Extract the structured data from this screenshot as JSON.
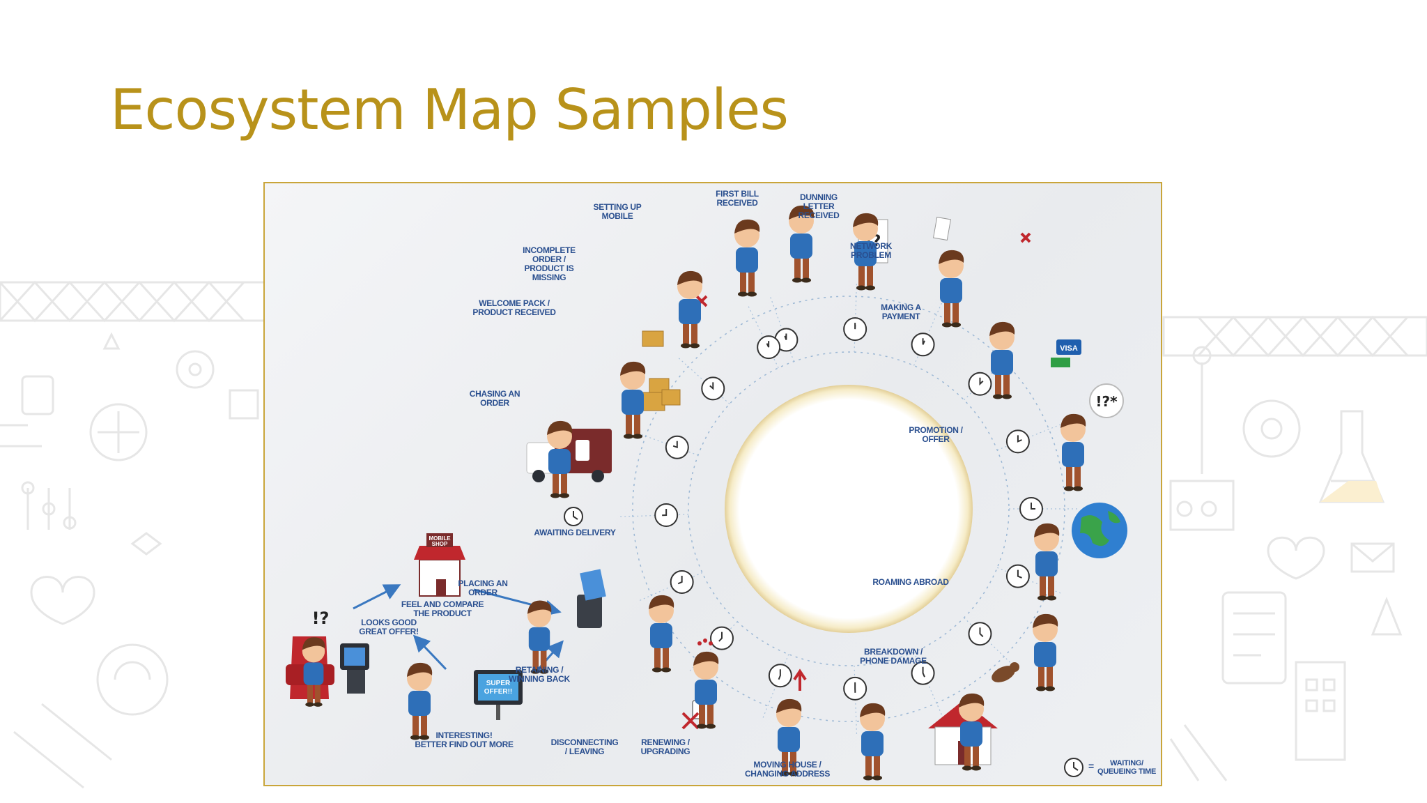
{
  "slide": {
    "title": "Ecosystem Map Samples"
  },
  "diagram": {
    "stages": [
      {
        "id": "looks_good",
        "label": "LOOKS GOOD\nGREAT OFFER!"
      },
      {
        "id": "feel_compare",
        "label": "FEEL AND COMPARE\nTHE PRODUCT"
      },
      {
        "id": "interesting",
        "label": "INTERESTING!\nBETTER FIND OUT MORE"
      },
      {
        "id": "placing_order",
        "label": "PLACING AN\nORDER"
      },
      {
        "id": "awaiting_delivery",
        "label": "AWAITING DELIVERY"
      },
      {
        "id": "chasing_order",
        "label": "CHASING AN\nORDER"
      },
      {
        "id": "welcome_pack",
        "label": "WELCOME PACK /\nPRODUCT RECEIVED"
      },
      {
        "id": "incomplete_order",
        "label": "INCOMPLETE ORDER /\nPRODUCT IS MISSING"
      },
      {
        "id": "setting_up",
        "label": "SETTING UP\nMOBILE"
      },
      {
        "id": "first_bill",
        "label": "FIRST BILL\nRECEIVED"
      },
      {
        "id": "dunning_letter",
        "label": "DUNNING\nLETTER\nRECEIVED"
      },
      {
        "id": "network_problem",
        "label": "NETWORK\nPROBLEM"
      },
      {
        "id": "making_payment",
        "label": "MAKING A\nPAYMENT"
      },
      {
        "id": "promotion",
        "label": "PROMOTION /\nOFFER"
      },
      {
        "id": "roaming",
        "label": "ROAMING ABROAD"
      },
      {
        "id": "breakdown",
        "label": "BREAKDOWN /\nPHONE DAMAGE"
      },
      {
        "id": "moving_house",
        "label": "MOVING HOUSE /\nCHANGING ADDRESS"
      },
      {
        "id": "renewing",
        "label": "RENEWING /\nUPGRADING"
      },
      {
        "id": "disconnecting",
        "label": "DISCONNECTING\n/ LEAVING"
      },
      {
        "id": "retaining",
        "label": "RETAINING /\nWINNING BACK"
      }
    ],
    "legend": {
      "label": "WAITING/\nQUEUEING TIME",
      "separator": "="
    },
    "signs": {
      "mobile_shop": "MOBILE\nSHOP",
      "super_offer": "SUPER\nOFFER!!",
      "visa": "VISA",
      "excl_q": "!?",
      "excl_q_star": "!?*"
    }
  },
  "colors": {
    "title": "#b8921a",
    "frame": "#c9a53a",
    "label": "#2a4f8f",
    "shirt": "#2e6fb8",
    "pants": "#a0522d",
    "hair": "#6b3a1e",
    "skin": "#f2c49b",
    "accent_red": "#c0272d"
  }
}
